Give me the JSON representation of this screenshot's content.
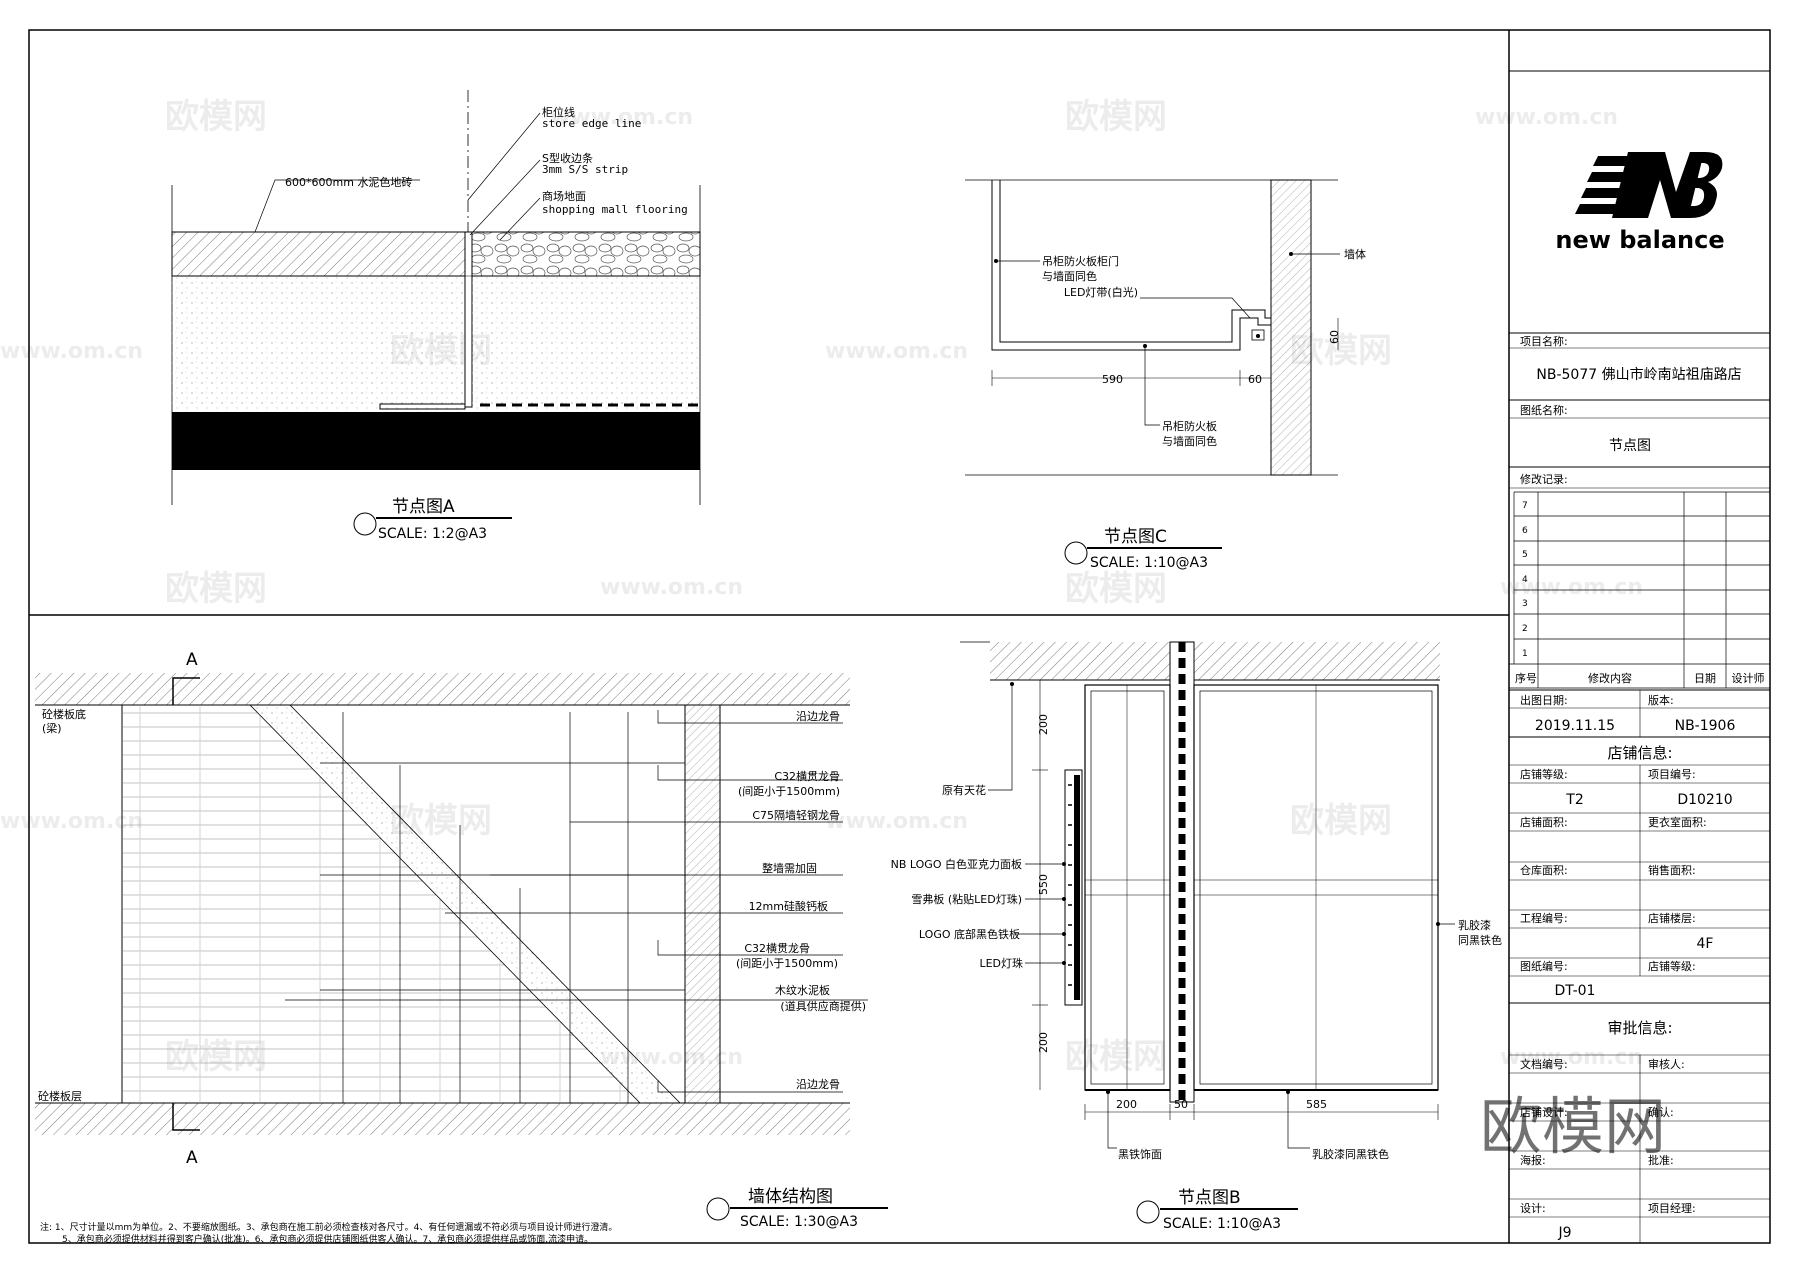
{
  "watermarks": {
    "site": "www.om.cn",
    "brand": "欧模网"
  },
  "detail_a": {
    "title": "节点图A",
    "scale": "SCALE: 1:2@A3",
    "labels": {
      "tile": "600*600mm 水泥色地砖",
      "edge_cn": "柜位线",
      "edge_en": "store edge line",
      "strip_cn": "S型收边条",
      "strip_en": "3mm S/S strip",
      "floor_cn": "商场地面",
      "floor_en": "shopping mall flooring"
    }
  },
  "detail_c": {
    "title": "节点图C",
    "scale": "SCALE: 1:10@A3",
    "labels": {
      "door1": "吊柜防火板柜门",
      "door2": "与墙面同色",
      "led": "LED灯带(白光)",
      "wall": "墙体",
      "board1": "吊柜防火板",
      "board2": "与墙面同色"
    },
    "dims": {
      "w1": "590",
      "w2": "60",
      "h1": "60"
    }
  },
  "wall_structure": {
    "title": "墙体结构图",
    "scale": "SCALE: 1:30@A3",
    "section_mark": "A",
    "labels": {
      "slab_top": "砼楼板底",
      "beam": "(梁)",
      "slab_bottom": "砼楼板层",
      "edge_keel_top": "沿边龙骨",
      "c32_top": "C32横贯龙骨",
      "c32_top_note": "(间距小于1500mm)",
      "c75": "C75隔墙轻钢龙骨",
      "reinforce": "整墙需加固",
      "board": "12mm硅酸钙板",
      "c32_mid": "C32横贯龙骨",
      "c32_mid_note": "(间距小于1500mm)",
      "wood_board": "木纹水泥板",
      "wood_note": "(道具供应商提供)",
      "edge_keel_bottom": "沿边龙骨"
    }
  },
  "detail_b": {
    "title": "节点图B",
    "scale": "SCALE: 1:10@A3",
    "labels": {
      "ceiling": "原有天花",
      "nb_logo": "NB LOGO 白色亚克力面板",
      "snow": "雪弗板 (粘贴LED灯珠)",
      "logo_base": "LOGO 底部黑色铁板",
      "led": "LED灯珠",
      "paint1": "乳胶漆",
      "paint2": "同黑铁色",
      "iron": "黑铁饰面",
      "paint_bottom": "乳胶漆同黑铁色"
    },
    "dims": {
      "h1": "200",
      "h2": "550",
      "h3": "200",
      "w1": "200",
      "w2": "50",
      "w3": "585"
    }
  },
  "notes": {
    "line1": "注: 1、尺寸计量以mm为单位。2、不要缩放图纸。3、承包商在施工前必须检查核对各尺寸。4、有任何遗漏或不符必须与项目设计师进行澄清。",
    "line2": "5、承包商必须提供材料并得到客户确认(批准)。6、承包商必须提供店铺图纸供客人确认。7、承包商必须提供样品或饰面,流漆申请。"
  },
  "title_block": {
    "brand_text": "new balance",
    "project_name_label": "项目名称:",
    "project_name": "NB-5077 佛山市岭南站祖庙路店",
    "drawing_name_label": "图纸名称:",
    "drawing_name": "节点图",
    "revision_label": "修改记录:",
    "revision_rows": [
      "7",
      "6",
      "5",
      "4",
      "3",
      "2",
      "1"
    ],
    "rev_headers": [
      "序号",
      "修改内容",
      "日期",
      "设计师"
    ],
    "date_label": "出图日期:",
    "date_value": "2019.11.15",
    "version_label": "版本:",
    "version_value": "NB-1906",
    "shop_info_title": "店铺信息:",
    "shop_level_label": "店铺等级:",
    "shop_level_value": "T2",
    "project_no_label": "项目编号:",
    "project_no_value": "D10210",
    "shop_area_label": "店铺面积:",
    "fitting_area_label": "更衣室面积:",
    "storage_area_label": "仓库面积:",
    "sales_area_label": "销售面积:",
    "eng_no_label": "工程编号:",
    "floor_label": "店铺楼层:",
    "floor_value": "4F",
    "drawing_no_label": "图纸编号:",
    "shop_level2_label": "店铺等级:",
    "drawing_no_value": "DT-01",
    "approval_title": "审批信息:",
    "doc_no_label": "文档编号:",
    "reviewer_label": "审核人:",
    "drawer_label": "店铺设计:",
    "confirm_label": "确认:",
    "sea_label": "海报:",
    "approve_label": "批准:",
    "designer_label": "设计:",
    "pm_label": "项目经理:",
    "designer_value": "J9"
  }
}
